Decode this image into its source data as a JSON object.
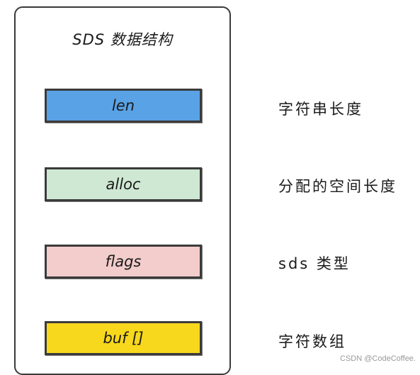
{
  "diagram": {
    "title": "SDS 数据结构",
    "fields": [
      {
        "label": "len",
        "description": "字符串长度",
        "color": "#5aa2e6"
      },
      {
        "label": "alloc",
        "description": "分配的空间长度",
        "color": "#cfe8d3"
      },
      {
        "label": "flags",
        "description": "sds 类型",
        "color": "#f3cccc"
      },
      {
        "label": "buf []",
        "description": "字符数组",
        "color": "#f7d81c"
      }
    ]
  },
  "watermark": "CSDN @CodeCoffee."
}
